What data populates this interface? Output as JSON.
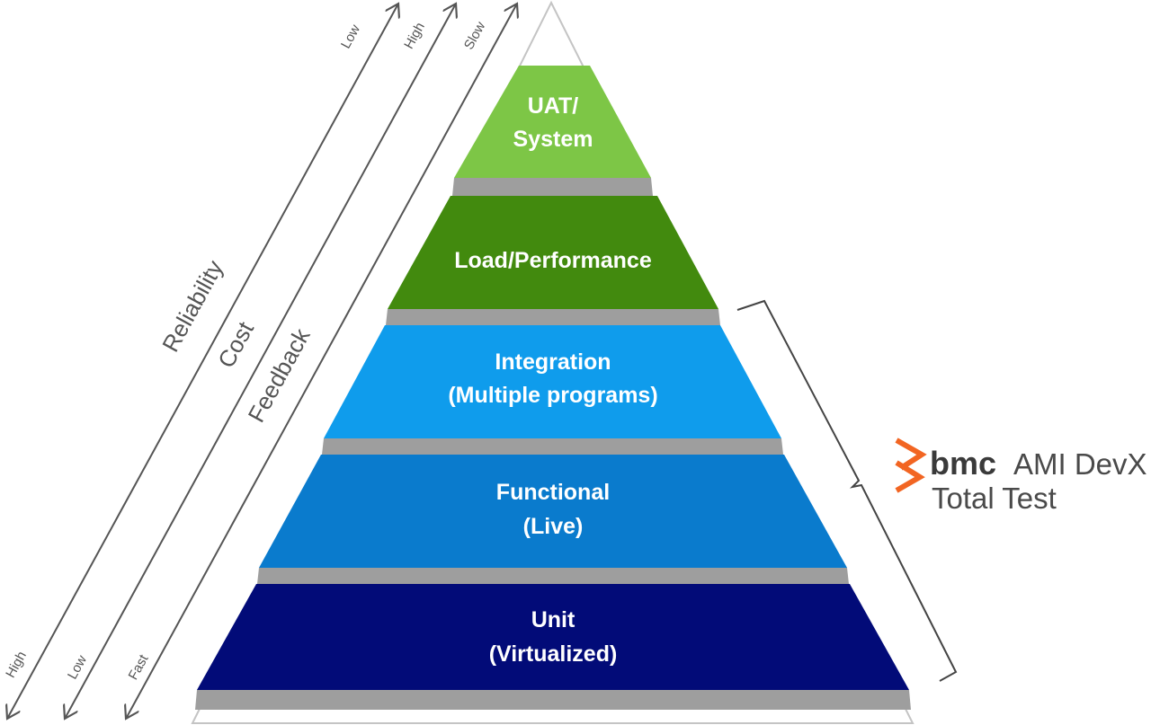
{
  "tiers": [
    {
      "lines": [
        "UAT/",
        "System"
      ],
      "color": "#7dc646"
    },
    {
      "lines": [
        "Load/Performance"
      ],
      "color": "#428a0e"
    },
    {
      "lines": [
        "Integration",
        "(Multiple programs)"
      ],
      "color": "#0f9cec"
    },
    {
      "lines": [
        "Functional",
        "(Live)"
      ],
      "color": "#0a7bcd"
    },
    {
      "lines": [
        "Unit",
        "(Virtualized)"
      ],
      "color": "#020b78"
    }
  ],
  "axes": [
    {
      "title": "Reliability",
      "top": "Low",
      "bottom": "High"
    },
    {
      "title": "Cost",
      "top": "High",
      "bottom": "Low"
    },
    {
      "title": "Feedback",
      "top": "Slow",
      "bottom": "Fast"
    }
  ],
  "brand": {
    "logo": "bmc",
    "line1": "AMI DevX",
    "line2": "Total Test",
    "logo_color": "#f26522"
  }
}
